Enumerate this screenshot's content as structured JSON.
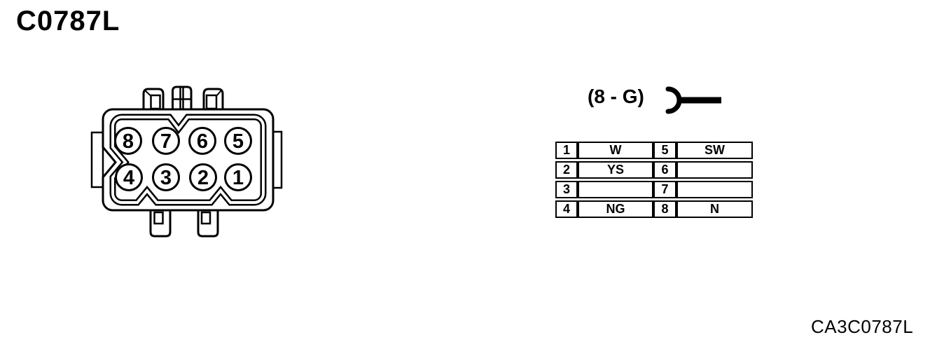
{
  "title": "C0787L",
  "footer_code": "CA3C0787L",
  "colors": {
    "ink": "#000000",
    "background": "#ffffff"
  },
  "connector": {
    "description": "8-pin connector face view",
    "pins_top_row": [
      "8",
      "7",
      "6",
      "5"
    ],
    "pins_bottom_row": [
      "4",
      "3",
      "2",
      "1"
    ],
    "pins": [
      "8",
      "7",
      "6",
      "5",
      "4",
      "3",
      "2",
      "1"
    ]
  },
  "terminal": {
    "label": "(8 - G)",
    "symbol": "female-terminal-icon"
  },
  "pinout_table": {
    "rows": [
      {
        "pin": "1",
        "color": "W",
        "pin2": "5",
        "color2": "SW"
      },
      {
        "pin": "2",
        "color": "YS",
        "pin2": "6",
        "color2": ""
      },
      {
        "pin": "3",
        "color": "",
        "pin2": "7",
        "color2": ""
      },
      {
        "pin": "4",
        "color": "NG",
        "pin2": "8",
        "color2": "N"
      }
    ]
  }
}
